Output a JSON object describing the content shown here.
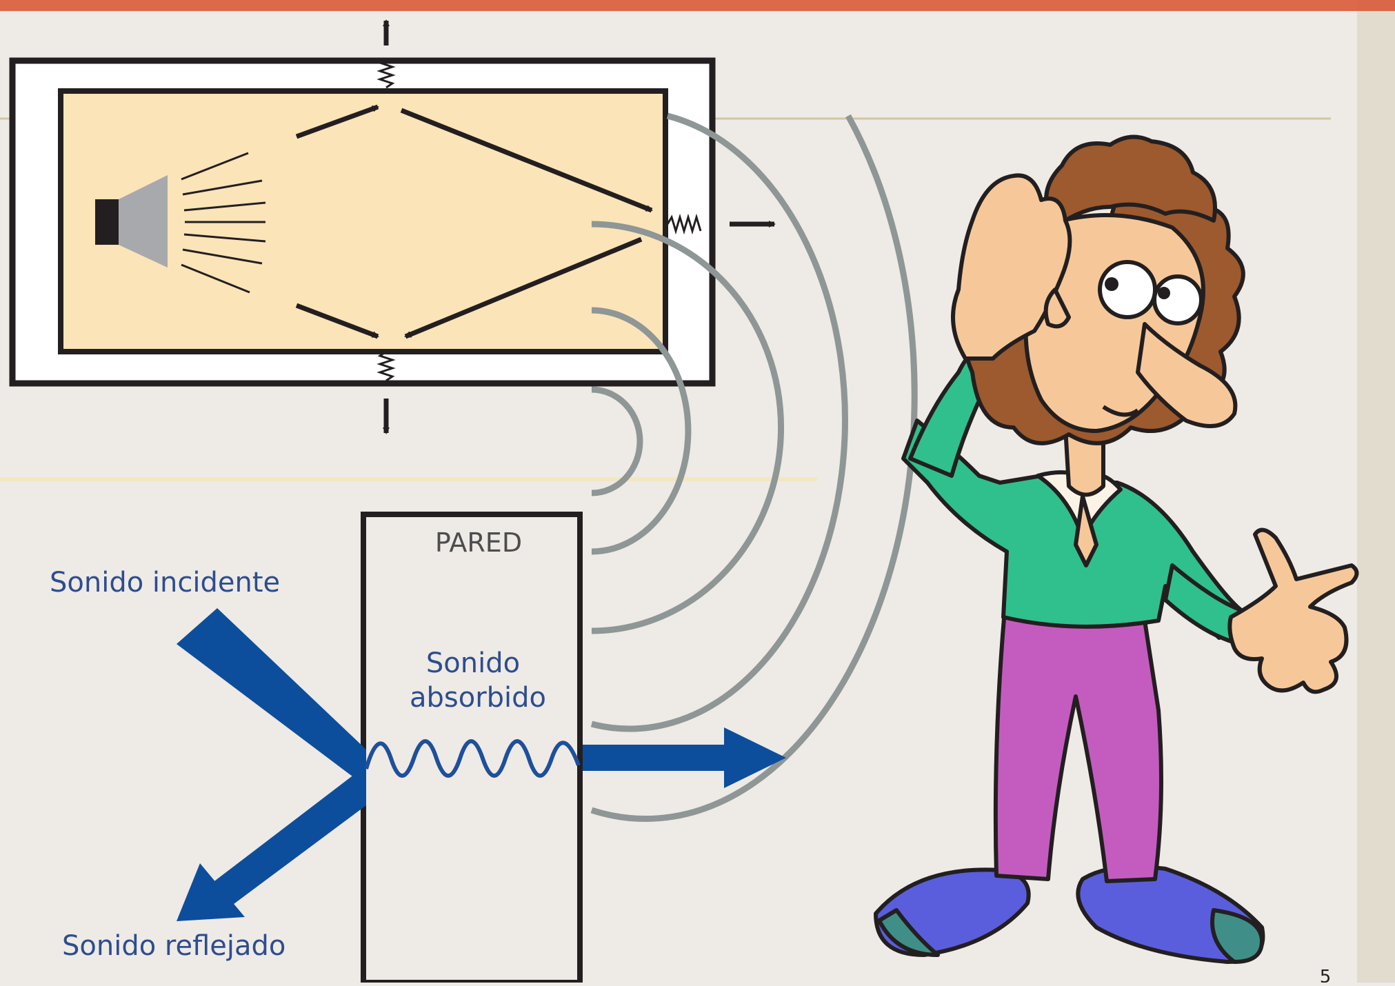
{
  "slide": {
    "background_color": "#eeeae5",
    "page_number": "5"
  },
  "room_diagram": {
    "room_fill_color": "#fbe4b8",
    "wall_color": "#231f20",
    "arrow_color": "#231f20",
    "icon": "loudspeaker-icon"
  },
  "wall_diagram": {
    "wall_label": "PARED",
    "incident_label": "Sonido incidente",
    "absorbed_label_line1": "Sonido",
    "absorbed_label_line2": "absorbido",
    "reflected_label": "Sonido reflejado",
    "arrow_color": "#0d4e9c",
    "text_color": "#2c4d8f"
  },
  "sound_waves": {
    "color": "#8e9696"
  },
  "listener": {
    "icon": "listening-person-icon",
    "hair_color": "#9c5a2e",
    "skin_color": "#f6c899",
    "shirt_color": "#2fc08d",
    "pants_color": "#c45cc0",
    "shoe_color": "#5a5edd"
  }
}
